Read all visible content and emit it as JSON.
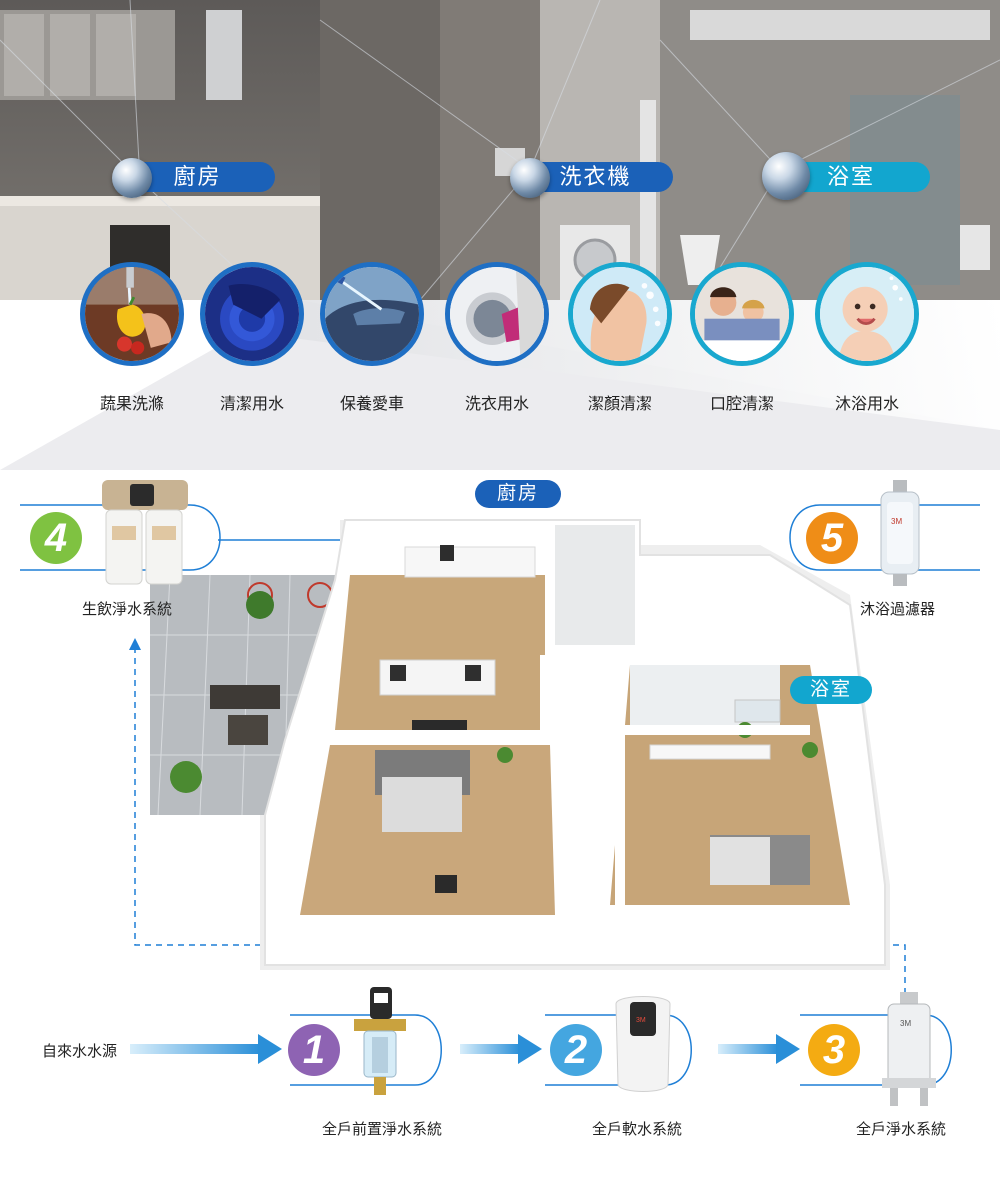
{
  "banner": {
    "rooms": [
      {
        "label": "廚房",
        "color": "#1b61b8"
      },
      {
        "label": "洗衣機",
        "color": "#1b61b8"
      },
      {
        "label": "浴室",
        "color": "#12a6cf"
      }
    ],
    "usages": [
      {
        "label": "蔬果洗滌",
        "icon": "vegetable-washing-icon"
      },
      {
        "label": "清潔用水",
        "icon": "cleaning-water-icon"
      },
      {
        "label": "保養愛車",
        "icon": "car-care-icon"
      },
      {
        "label": "洗衣用水",
        "icon": "laundry-water-icon"
      },
      {
        "label": "潔顏清潔",
        "icon": "face-washing-icon"
      },
      {
        "label": "口腔清潔",
        "icon": "oral-care-icon"
      },
      {
        "label": "沐浴用水",
        "icon": "bath-water-icon"
      }
    ]
  },
  "plan": {
    "kitchen_tag": "廚房",
    "bathroom_tag": "浴室"
  },
  "source": {
    "label": "自來水水源"
  },
  "products": [
    {
      "number": "1",
      "label": "全戶前置淨水系統",
      "color": "#8e63b3"
    },
    {
      "number": "2",
      "label": "全戶軟水系統",
      "color": "#44a6e0"
    },
    {
      "number": "3",
      "label": "全戶淨水系統",
      "color": "#f4ab12"
    },
    {
      "number": "4",
      "label": "生飲淨水系統",
      "color": "#7fc241"
    },
    {
      "number": "5",
      "label": "沐浴過濾器",
      "color": "#ef8d17"
    }
  ],
  "colors": {
    "primary_blue": "#1b61b8",
    "teal": "#12a6cf",
    "flow_blue": "#1f7fd6"
  }
}
